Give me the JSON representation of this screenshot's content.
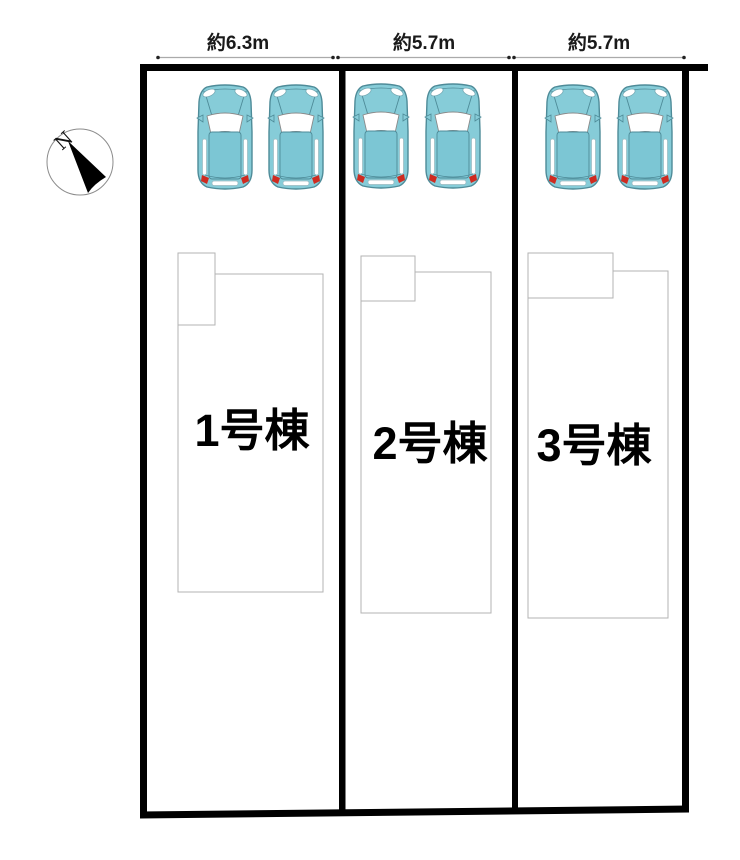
{
  "plan_type": "site-layout",
  "compass": {
    "north_label": "N"
  },
  "lots": [
    {
      "width_label": "約6.3m",
      "building_label": "1号棟",
      "parked_cars": 2
    },
    {
      "width_label": "約5.7m",
      "building_label": "2号棟",
      "parked_cars": 2
    },
    {
      "width_label": "約5.7m",
      "building_label": "3号棟",
      "parked_cars": 2
    }
  ],
  "colors": {
    "car_body": "#86ccd8",
    "car_roof": "#7cc6d4",
    "car_outline": "#4e8b98",
    "car_taillight": "#cf2b20",
    "plot_border": "#000000",
    "building_outline": "#b3b3b3",
    "dimension_line": "#aaaaaa"
  }
}
